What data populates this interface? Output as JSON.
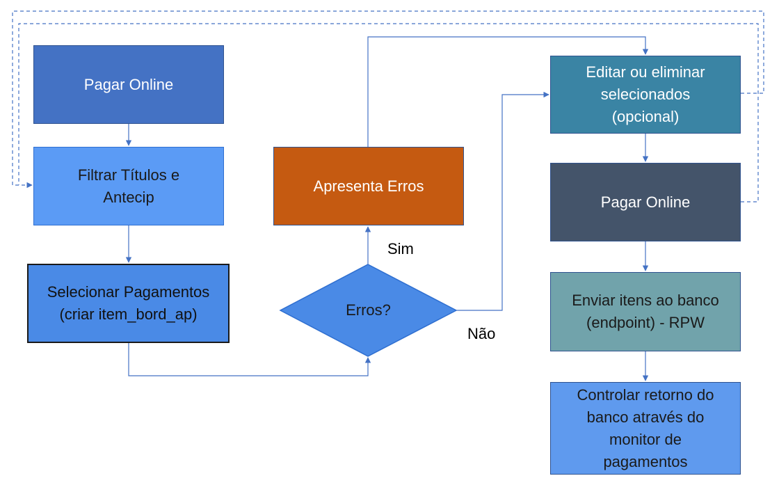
{
  "nodes": {
    "pagar_online_1": "Pagar Online",
    "filtrar_titulos": "Filtrar Títulos e\nAntecip",
    "selecionar_pagamentos": "Selecionar Pagamentos\n(criar item_bord_ap)",
    "erros_decision": "Erros?",
    "apresenta_erros": "Apresenta Erros",
    "editar_eliminar": "Editar ou eliminar\nselecionados\n(opcional)",
    "pagar_online_2": "Pagar Online",
    "enviar_itens": "Enviar itens ao banco\n(endpoint) - RPW",
    "controlar_retorno": "Controlar retorno do\nbanco através do\nmonitor de\npagamentos"
  },
  "edge_labels": {
    "sim": "Sim",
    "nao": "Não"
  },
  "colors": {
    "connector": "#4472c4",
    "decision_fill": "#4a8ae6",
    "decision_stroke": "#2f6fd0"
  }
}
